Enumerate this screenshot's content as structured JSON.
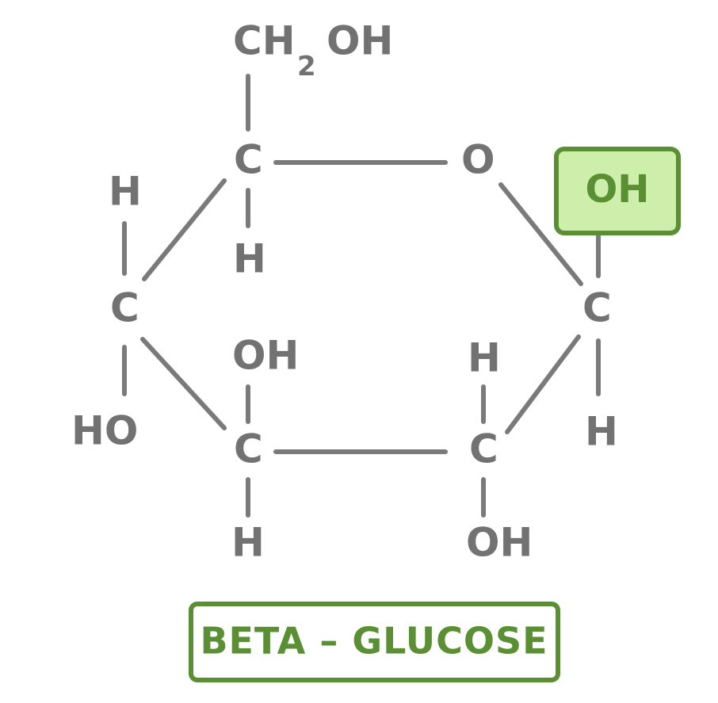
{
  "atoms": {
    "ch2oh_main": "CH",
    "ch2oh_sub": "2",
    "ch2oh_tail": "OH",
    "c5": "C",
    "o_ring": "O",
    "c5_h": "H",
    "c4": "C",
    "c4_h": "H",
    "c4_ho": "HO",
    "c3": "C",
    "c3_oh": "OH",
    "c3_h": "H",
    "c2": "C",
    "c2_h": "H",
    "c2_oh": "OH",
    "c1": "C",
    "c1_h": "H"
  },
  "highlight": {
    "label": "OH",
    "fill_color": "#cdefab",
    "border_color": "#5a8f34"
  },
  "caption": {
    "label": "BETA – GLUCOSE",
    "border_color": "#5a8f34"
  },
  "colors": {
    "atom_text": "#727272",
    "bond_line": "#7a7a7a"
  }
}
